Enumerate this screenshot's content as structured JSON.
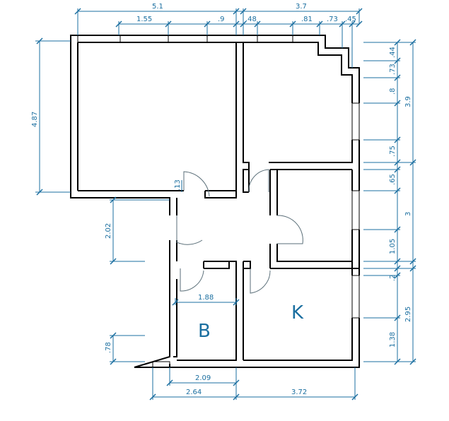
{
  "plan": {
    "rooms": [
      "B",
      "K"
    ],
    "dimensions": {
      "top_left_total": "5.1",
      "top_right_total": "3.7",
      "top_window_a": "1.55",
      "top_window_b": ".9",
      "top_48": ".48",
      "top_81": ".81",
      "top_73": ".73",
      "top_45": ".45",
      "left_height": "4.87",
      "left_lower": "2.02",
      "left_bottom": ".78",
      "small_13": ".13",
      "bath_width": "1.88",
      "bottom_209": "2.09",
      "bottom_264": "2.64",
      "bottom_372": "3.72",
      "right_44": ".44",
      "right_73": ".73",
      "right_8": ".8",
      "right_39": "3.9",
      "right_75": ".75",
      "right_65": ".65",
      "right_3": "3",
      "right_105": "1.05",
      "right_2": ".2",
      "right_295": "2.95",
      "right_138": "1.38"
    }
  }
}
